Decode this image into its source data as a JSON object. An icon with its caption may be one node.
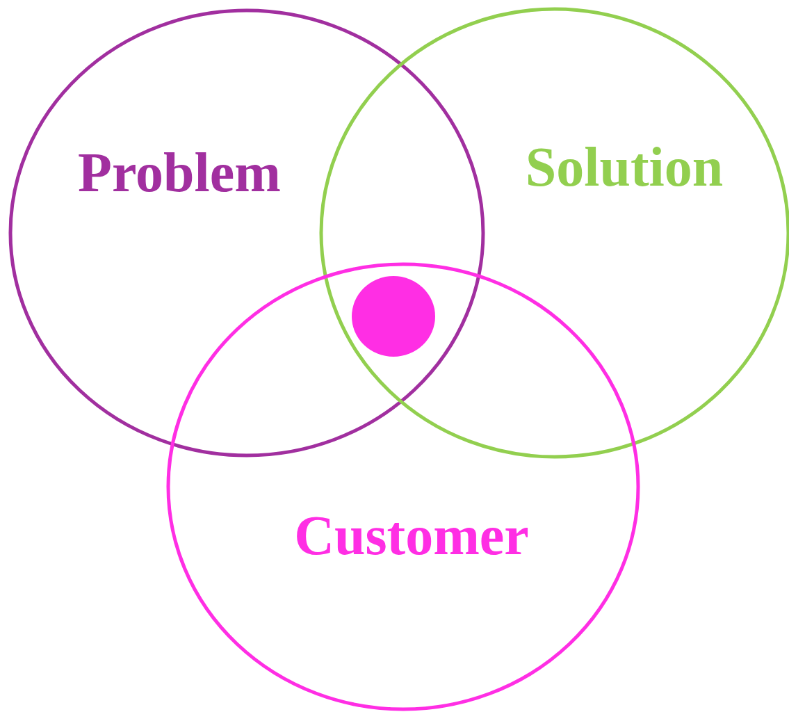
{
  "diagram": {
    "nodes": [
      {
        "text": [
          "Problem"
        ]
      },
      {
        "text": [
          "Solution"
        ]
      },
      {
        "text": [
          "Customer"
        ]
      },
      {
        "text": [],
        "shape": "circle"
      }
    ]
  }
}
